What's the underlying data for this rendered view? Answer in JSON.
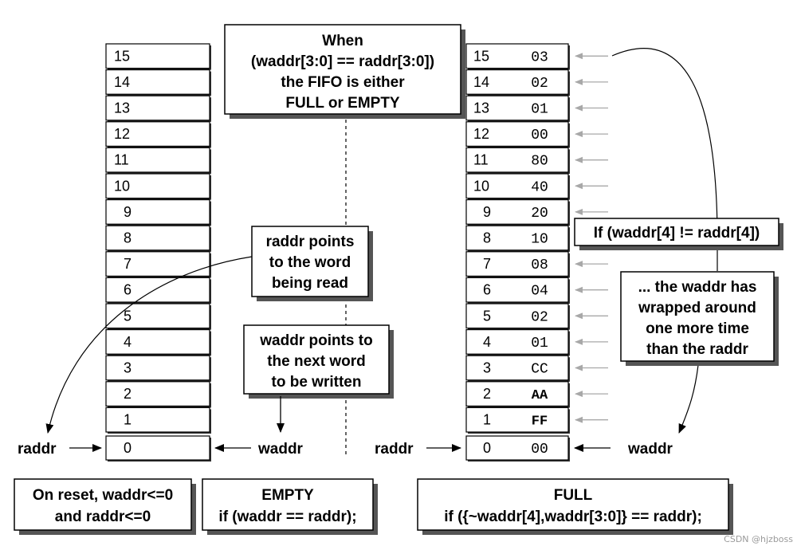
{
  "left_memory": {
    "addresses": [
      "15",
      "14",
      "13",
      "12",
      "11",
      "10",
      "9",
      "8",
      "7",
      "6",
      "5",
      "4",
      "3",
      "2",
      "1",
      "0"
    ]
  },
  "right_memory": {
    "addresses": [
      "15",
      "14",
      "13",
      "12",
      "11",
      "10",
      "9",
      "8",
      "7",
      "6",
      "5",
      "4",
      "3",
      "2",
      "1",
      "0"
    ],
    "values": [
      "03",
      "02",
      "01",
      "00",
      "80",
      "40",
      "20",
      "10",
      "08",
      "04",
      "02",
      "01",
      "CC",
      "AA",
      "FF",
      "00"
    ]
  },
  "when_box": {
    "lines": [
      "When",
      "(waddr[3:0] == raddr[3:0])",
      "the FIFO is either",
      "FULL or EMPTY"
    ]
  },
  "raddr_note": {
    "lines": [
      "raddr points",
      "to the word",
      "being read"
    ]
  },
  "waddr_note": {
    "lines": [
      "waddr points to",
      "the next word",
      "to be written"
    ]
  },
  "if_box": {
    "text": "If (waddr[4] != raddr[4])"
  },
  "wrap_note": {
    "lines": [
      "...  the waddr has",
      "wrapped around",
      "one more time",
      "than the raddr"
    ]
  },
  "pointers": {
    "left_raddr": "raddr",
    "left_waddr": "waddr",
    "right_raddr": "raddr",
    "right_waddr": "waddr"
  },
  "reset_box": {
    "lines": [
      "On reset, waddr<=0",
      "and raddr<=0"
    ]
  },
  "empty_box": {
    "lines": [
      "EMPTY",
      "if (waddr == raddr);"
    ]
  },
  "full_box": {
    "lines": [
      "FULL",
      "if ({~waddr[4],waddr[3:0]} == raddr);"
    ]
  },
  "watermark": "CSDN @hjzboss"
}
